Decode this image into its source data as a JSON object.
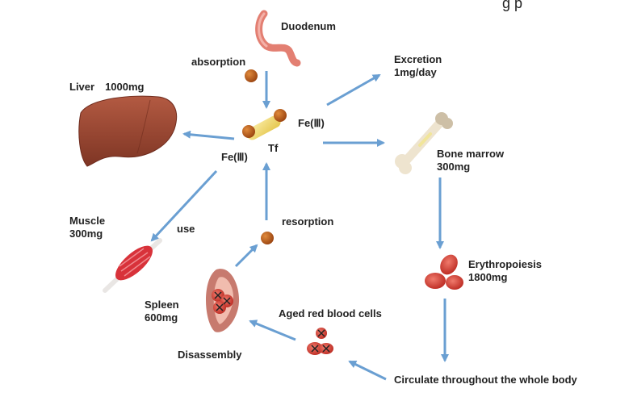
{
  "corner_text": "g   p",
  "labels": {
    "duodenum": "Duodenum",
    "absorption": "absorption",
    "excretion_title": "Excretion",
    "excretion_value": "1mg/day",
    "liver": "Liver　1000mg",
    "fe_right": "Fe(Ⅲ)",
    "fe_left": "Fe(Ⅲ)",
    "tf": "Tf",
    "bone_marrow_title": "Bone marrow",
    "bone_marrow_value": "300mg",
    "muscle_title": "Muscle",
    "muscle_value": "300mg",
    "use": "use",
    "resorption": "resorption",
    "erythropoiesis_title": "Erythropoiesis",
    "erythropoiesis_value": "1800mg",
    "spleen_title": "Spleen",
    "spleen_value": "600mg",
    "aged_rbc": "Aged red blood cells",
    "disassembly": "Disassembly",
    "circulate": "Circulate throughout the whole body"
  },
  "colors": {
    "arrow": "#6a9fd2",
    "iron": "#c0601a",
    "liver": "#9c4a36",
    "bone": "#eee4cf",
    "rbc": "#d9443a",
    "muscle": "#d8323a",
    "spleen": "#c77a6e",
    "duodenum": "#e37f72",
    "transferrin": "#f4dc77"
  }
}
